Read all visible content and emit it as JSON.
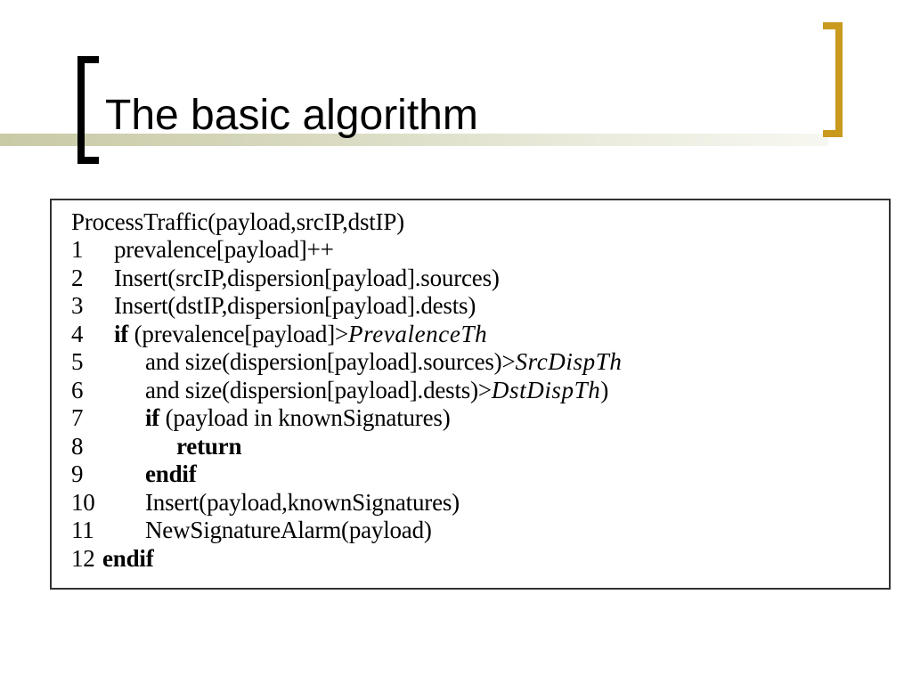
{
  "slide": {
    "title": "The basic algorithm"
  },
  "colors": {
    "accent_bracket": "#c99a1d",
    "rule": "#d7d8bd",
    "text": "#000000"
  },
  "algorithm": {
    "header": "ProcessTraffic(payload,srcIP,dstIP)",
    "lines": [
      {
        "num": "1",
        "text": "prevalence[payload]++"
      },
      {
        "num": "2",
        "text": "Insert(srcIP,dispersion[payload].sources)"
      },
      {
        "num": "3",
        "text": "Insert(dstIP,dispersion[payload].dests)"
      },
      {
        "num": "4",
        "kw": "if",
        "text": " (prevalence[payload]>",
        "math": "PrevalenceTh"
      },
      {
        "num": "5",
        "text": "and size(dispersion[payload].sources)>",
        "math": "SrcDispTh"
      },
      {
        "num": "6",
        "text": "and size(dispersion[payload].dests)>",
        "math": "DstDispTh",
        "tail": ")"
      },
      {
        "num": "7",
        "kw": "if",
        "text": " (payload in knownSignatures)"
      },
      {
        "num": "8",
        "kw": "return"
      },
      {
        "num": "9",
        "kw": "endif"
      },
      {
        "num": "10",
        "text": "Insert(payload,knownSignatures)"
      },
      {
        "num": "11",
        "text": "NewSignatureAlarm(payload)"
      },
      {
        "num": "12",
        "kw": "endif"
      }
    ]
  }
}
